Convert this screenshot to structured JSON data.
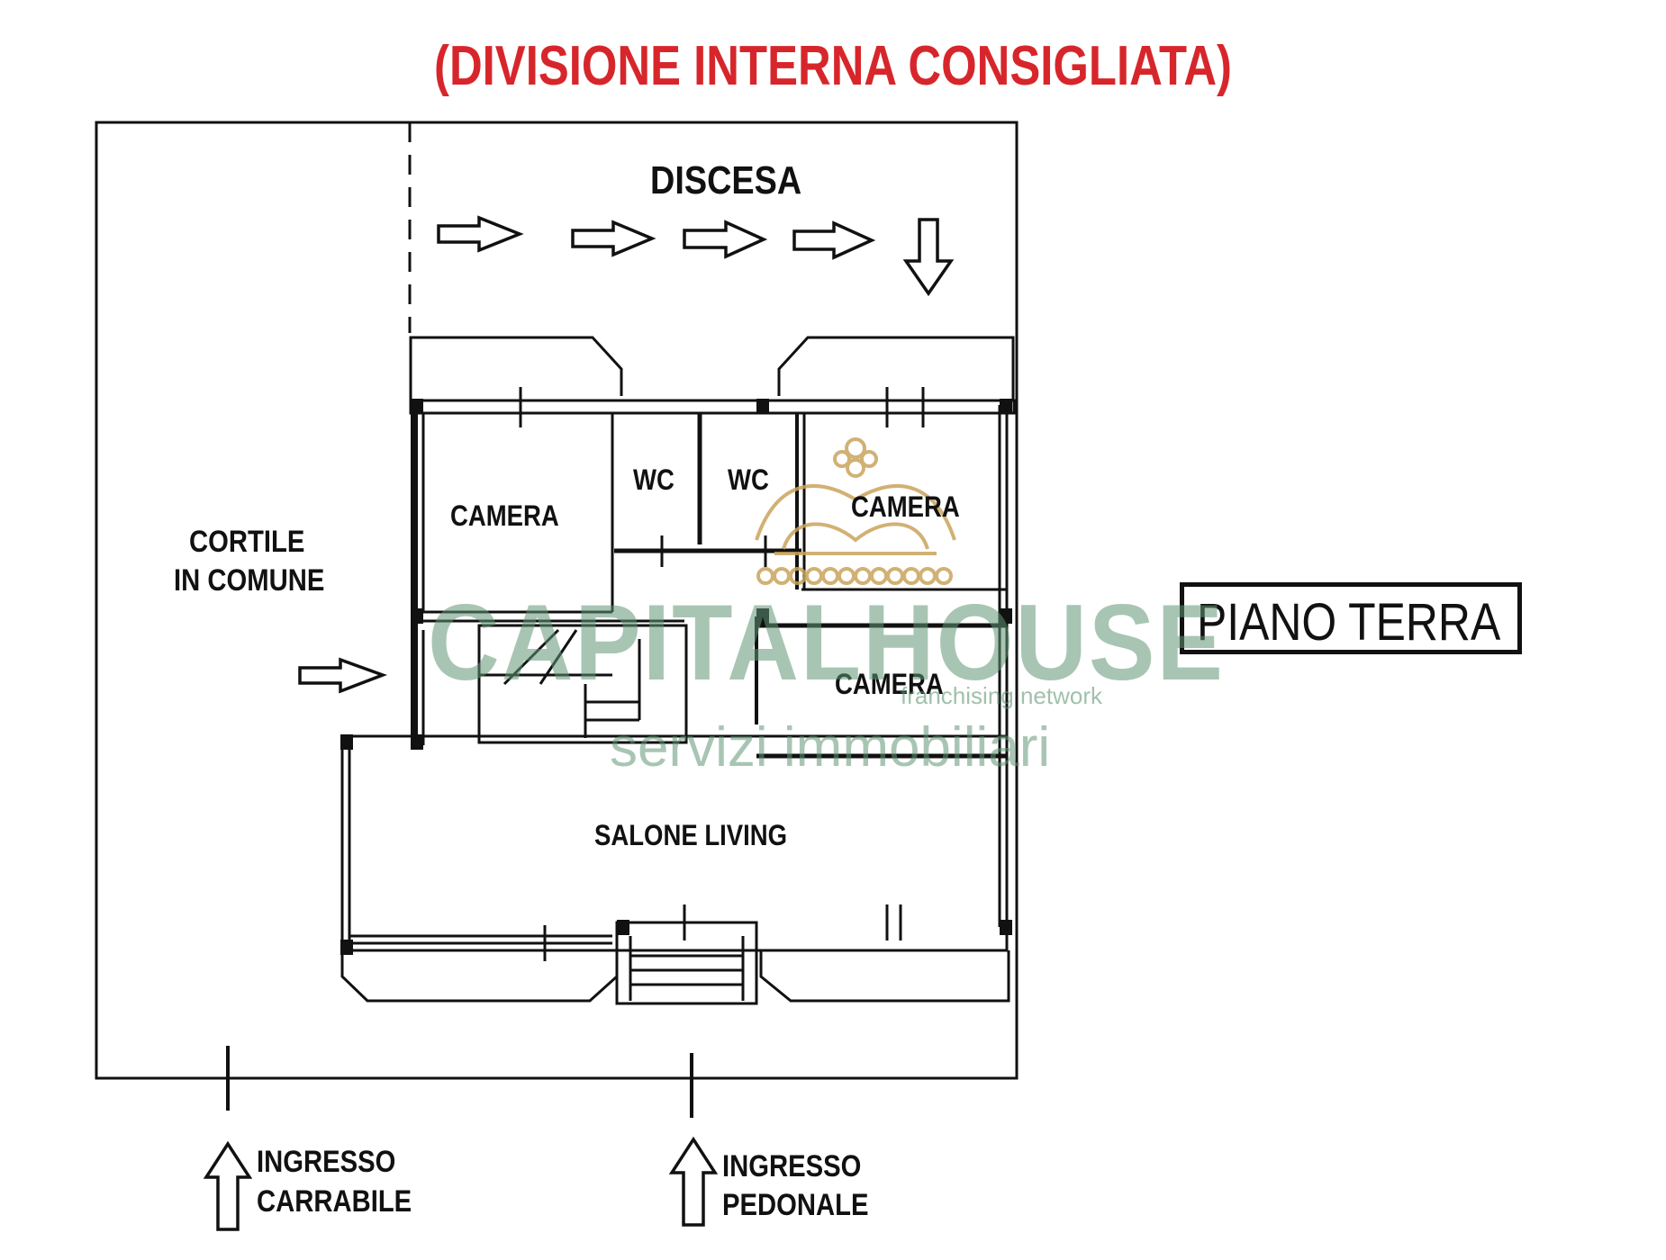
{
  "title": "(DIVISIONE INTERNA CONSIGLIATA)",
  "floor_label": "PIANO TERRA",
  "areas": {
    "discesa": "DISCESA",
    "cortile_line1": "CORTILE",
    "cortile_line2": "IN COMUNE"
  },
  "rooms": {
    "camera_left": "CAMERA",
    "wc_1": "WC",
    "wc_2": "WC",
    "camera_right": "CAMERA",
    "camera_middle": "CAMERA",
    "salone": "SALONE LIVING"
  },
  "entrances": {
    "carrabile_line1": "INGRESSO",
    "carrabile_line2": "CARRABILE",
    "pedonale_line1": "INGRESSO",
    "pedonale_line2": "PEDONALE"
  },
  "watermark": {
    "brand": "CAPITALHOUSE",
    "tagline": "franchising network",
    "services": "servizi immobiliari"
  },
  "colors": {
    "title": "#d7262b",
    "lines": "#111111",
    "watermark_green": "#6a9a7c",
    "crown_gold": "#c9a45c"
  }
}
